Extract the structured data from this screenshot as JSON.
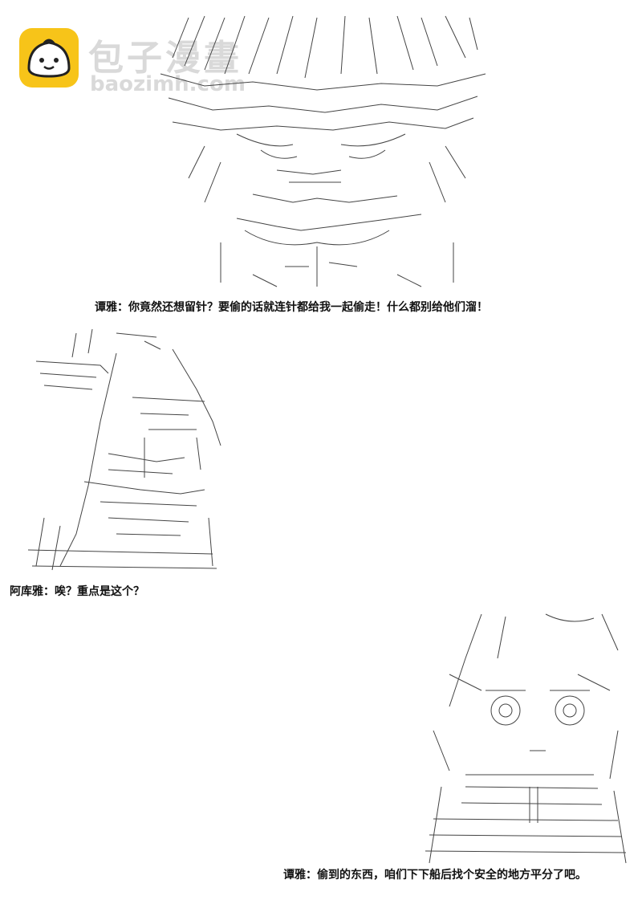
{
  "watermark": {
    "title": "包子漫畫",
    "url": "baozimh.com",
    "icon": "bun-face-icon",
    "brand_color": "#f7c419"
  },
  "panels": [
    {
      "speaker": "谭雅",
      "caption": "谭雅：你竟然还想留针？要偷的话就连针都给我一起偷走！什么都别给他们溜！"
    },
    {
      "speaker": "阿库雅",
      "caption": "阿库雅：唉？重点是这个？"
    },
    {
      "speaker": "谭雅",
      "caption": "谭雅：偷到的东西，咱们下下船后找个安全的地方平分了吧。"
    }
  ]
}
